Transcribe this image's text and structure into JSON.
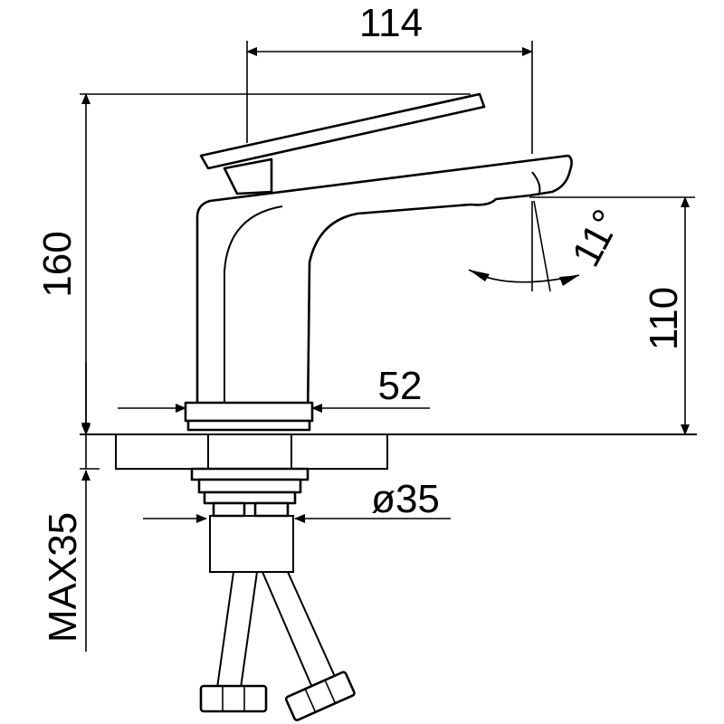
{
  "dimensions": {
    "spout_reach": "114",
    "total_height": "160",
    "outlet_height": "110",
    "base_diameter": "52",
    "thread_diameter": "ø35",
    "max_deck_thickness": "MAX35",
    "spout_angle": "11°"
  },
  "colors": {
    "line": "#000000",
    "background": "#ffffff"
  }
}
